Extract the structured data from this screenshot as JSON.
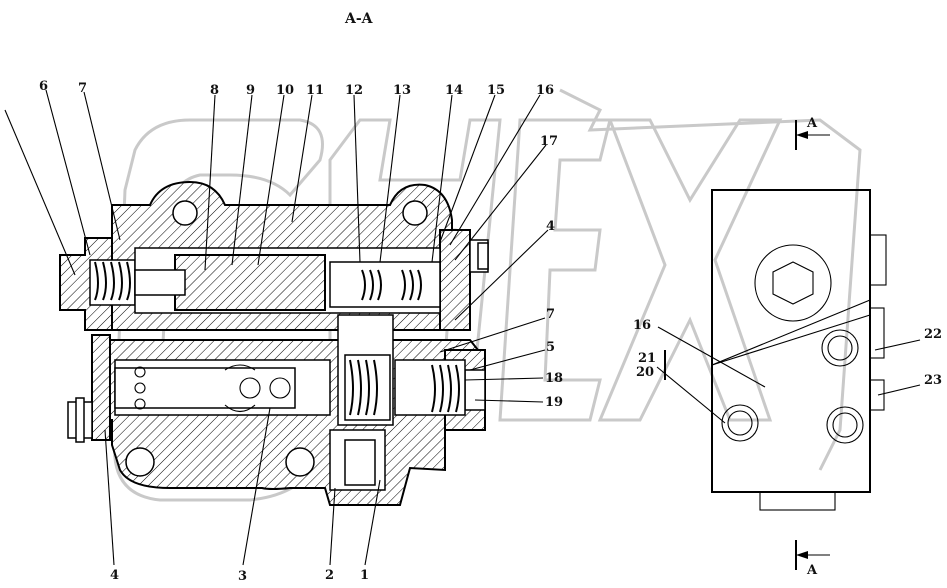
{
  "section_title": "A-A",
  "section_marker_top": "A",
  "section_marker_bottom": "A",
  "callouts": {
    "top": [
      "6",
      "7",
      "8",
      "9",
      "10",
      "11",
      "12",
      "13",
      "14",
      "15",
      "16",
      "17"
    ],
    "right_side": [
      "4",
      "7",
      "5",
      "18",
      "19"
    ],
    "bottom": [
      "4",
      "3",
      "2",
      "1"
    ],
    "side_view": [
      "16",
      "21",
      "20",
      "22",
      "23"
    ]
  },
  "watermark": "CHEX",
  "colors": {
    "ink": "#000000",
    "paper": "#ffffff",
    "watermark": "#c9c9c9"
  }
}
